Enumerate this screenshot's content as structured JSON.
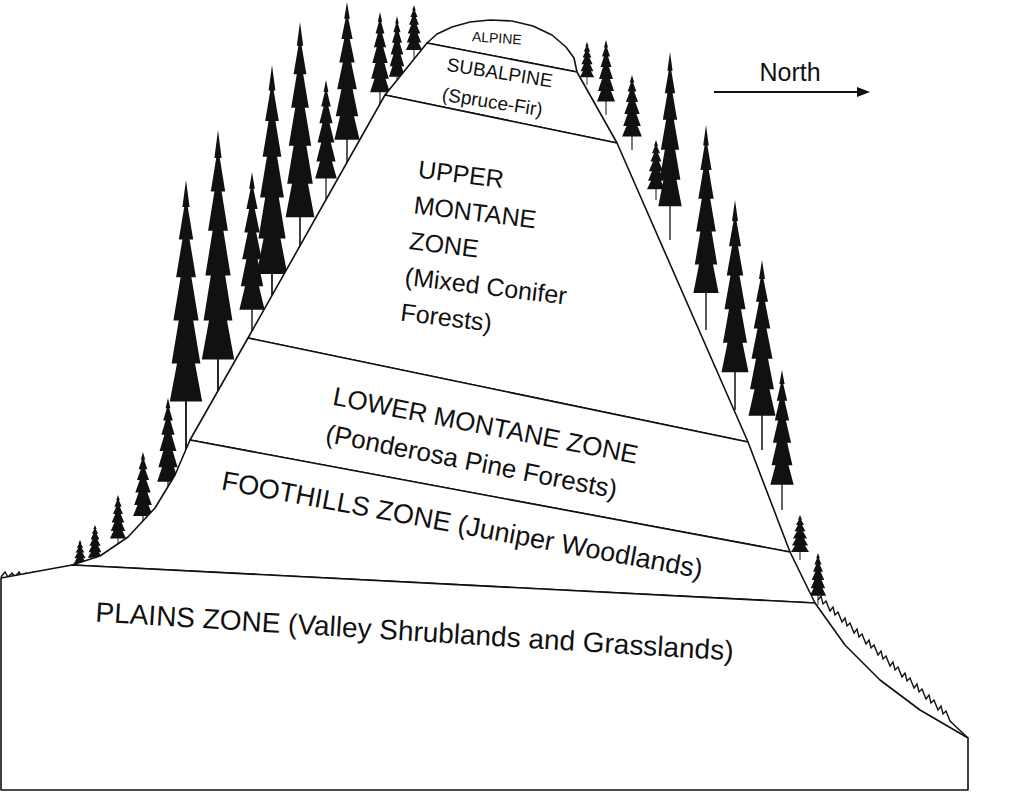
{
  "diagram": {
    "nodes": [
      {
        "text": [
          "ALPINE"
        ]
      },
      {
        "text": [
          "SUBALPINE (Spruce-Fir)"
        ]
      },
      {
        "text": [
          "UPPER MONTANE ZONE (Mixed Conifer Forests)"
        ]
      },
      {
        "text": [
          "LOWER MONTANE ZONE (Ponderosa Pine Forests)"
        ]
      },
      {
        "text": [
          "FOOTHILLS ZONE (Juniper Woodlands)"
        ]
      },
      {
        "text": [
          "PLAINS ZONE (Valley Shrublands and Grasslands)"
        ]
      }
    ],
    "labels": [
      "North"
    ]
  }
}
